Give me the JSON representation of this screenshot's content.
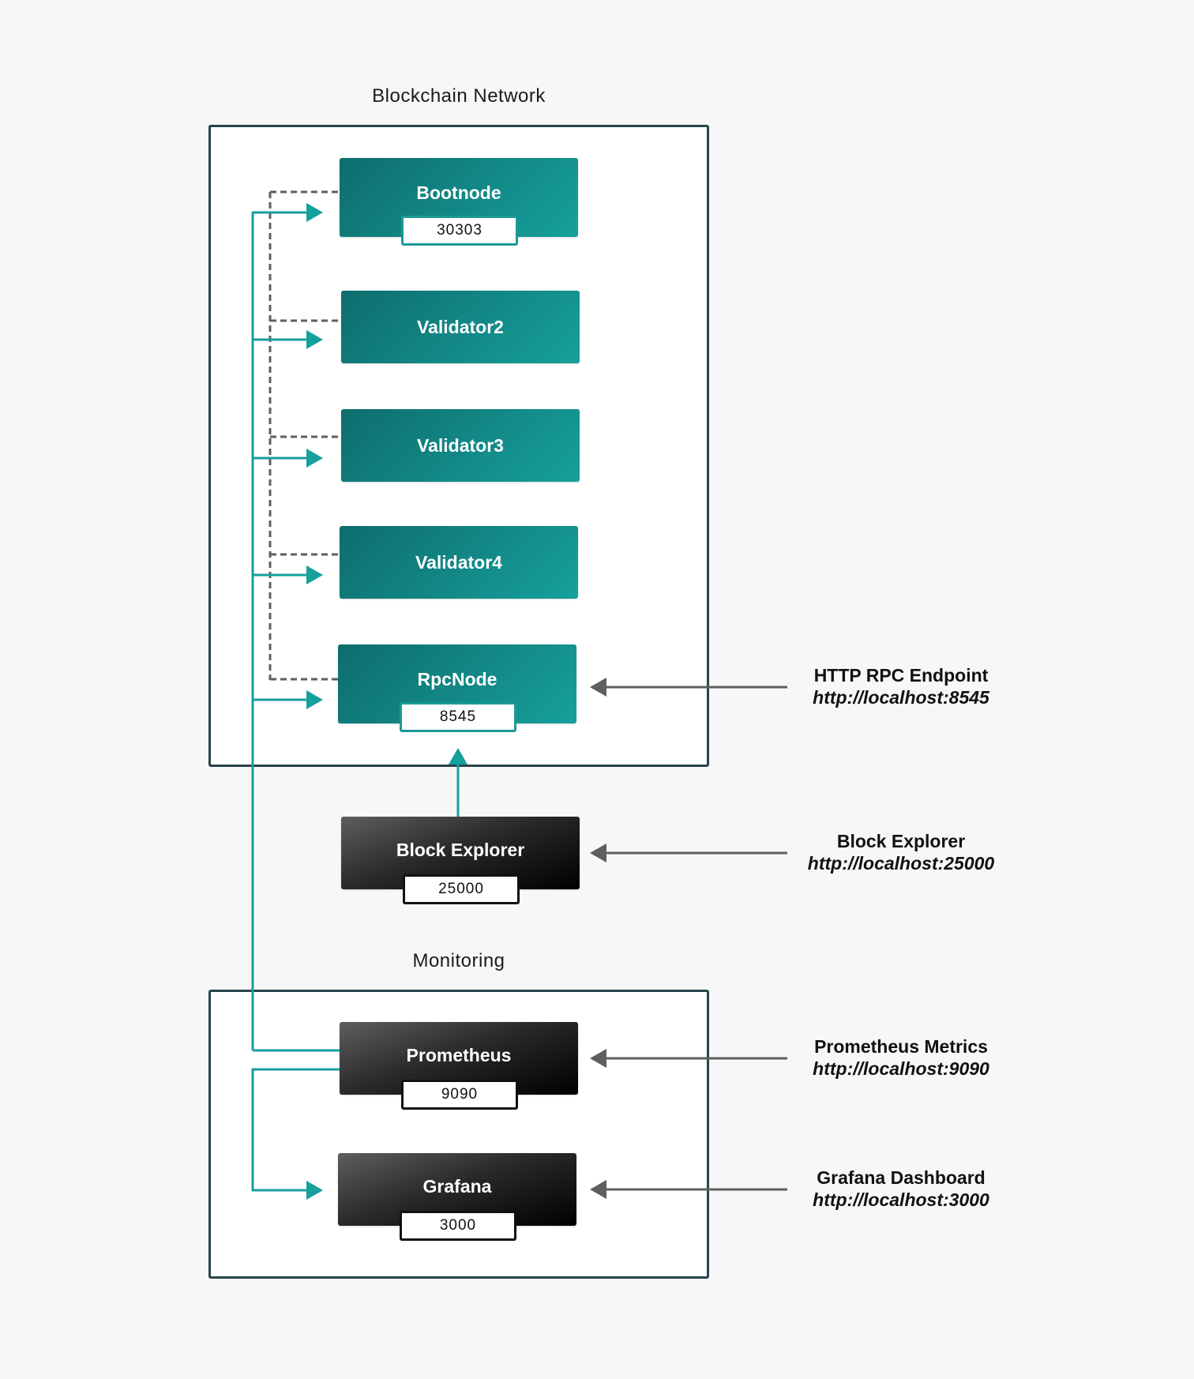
{
  "groups": {
    "blockchain": {
      "title": "Blockchain Network"
    },
    "monitoring": {
      "title": "Monitoring"
    }
  },
  "nodes": {
    "bootnode": {
      "label": "Bootnode",
      "port": "30303"
    },
    "validator2": {
      "label": "Validator2"
    },
    "validator3": {
      "label": "Validator3"
    },
    "validator4": {
      "label": "Validator4"
    },
    "rpcnode": {
      "label": "RpcNode",
      "port": "8545"
    },
    "block_explorer": {
      "label": "Block Explorer",
      "port": "25000"
    },
    "prometheus": {
      "label": "Prometheus",
      "port": "9090"
    },
    "grafana": {
      "label": "Grafana",
      "port": "3000"
    }
  },
  "endpoints": {
    "rpc": {
      "title": "HTTP RPC Endpoint",
      "url": "http://localhost:8545"
    },
    "explorer": {
      "title": "Block Explorer",
      "url": "http://localhost:25000"
    },
    "prometheus": {
      "title": "Prometheus Metrics",
      "url": "http://localhost:9090"
    },
    "grafana": {
      "title": "Grafana Dashboard",
      "url": "http://localhost:3000"
    }
  },
  "colors": {
    "teal": "#16a09c",
    "dark": "#1a1a1a",
    "frame": "#28444d",
    "arrow_gray": "#5f5f5f",
    "dash_gray": "#5f5f5f",
    "background": "#f7f7f7"
  }
}
